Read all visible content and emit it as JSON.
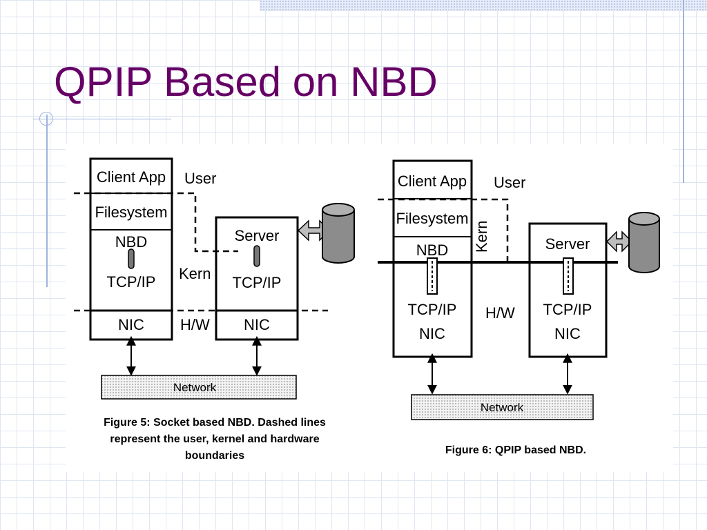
{
  "slide": {
    "title": "QPIP Based on NBD"
  },
  "figure5": {
    "client_box": [
      "Client App",
      "Filesystem",
      "NBD",
      "TCP/IP",
      "NIC"
    ],
    "server_box": [
      "Server",
      "TCP/IP",
      "NIC"
    ],
    "boundary_labels": [
      "User",
      "Kern",
      "H/W"
    ],
    "network_label": "Network",
    "caption_lines": [
      "Figure 5: Socket based NBD. Dashed lines",
      "represent the user, kernel and hardware",
      "boundaries"
    ]
  },
  "figure6": {
    "client_box": [
      "Client App",
      "Filesystem",
      "NBD",
      "TCP/IP",
      "NIC"
    ],
    "server_box": [
      "Server",
      "TCP/IP",
      "NIC"
    ],
    "boundary_labels": [
      "User",
      "Kern",
      "H/W"
    ],
    "network_label": "Network",
    "caption": "Figure 6: QPIP based NBD."
  },
  "colors": {
    "title": "#660066",
    "disk": "#8c8c8c",
    "grid": "#dfe6f2",
    "accent_line": "#9fb3dd"
  }
}
